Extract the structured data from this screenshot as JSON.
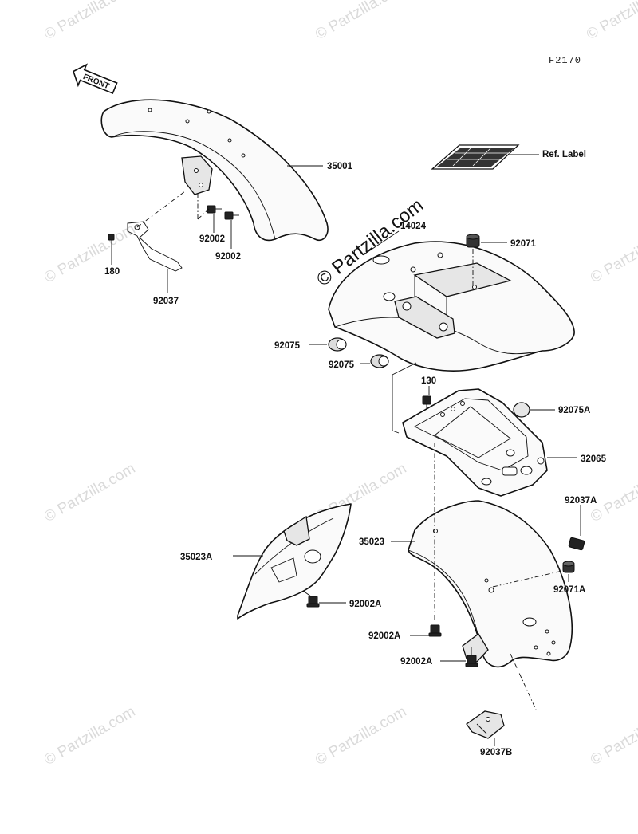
{
  "diagram_code": "F2170",
  "watermark_text": "© Partzilla.com",
  "front_arrow_label": "FRONT",
  "labels": {
    "p35001": "35001",
    "p180": "180",
    "p92002_a": "92002",
    "p92002_b": "92002",
    "p92037": "92037",
    "ref_label": "Ref. Label",
    "p14024": "14024",
    "p92071": "92071",
    "p92075_a": "92075",
    "p92075_b": "92075",
    "p130": "130",
    "p92075A": "92075A",
    "p32065": "32065",
    "p92037A": "92037A",
    "p35023": "35023",
    "p35023A": "35023A",
    "p92071A": "92071A",
    "p92002A_a": "92002A",
    "p92002A_b": "92002A",
    "p92002A_c": "92002A",
    "p92037B": "92037B"
  }
}
